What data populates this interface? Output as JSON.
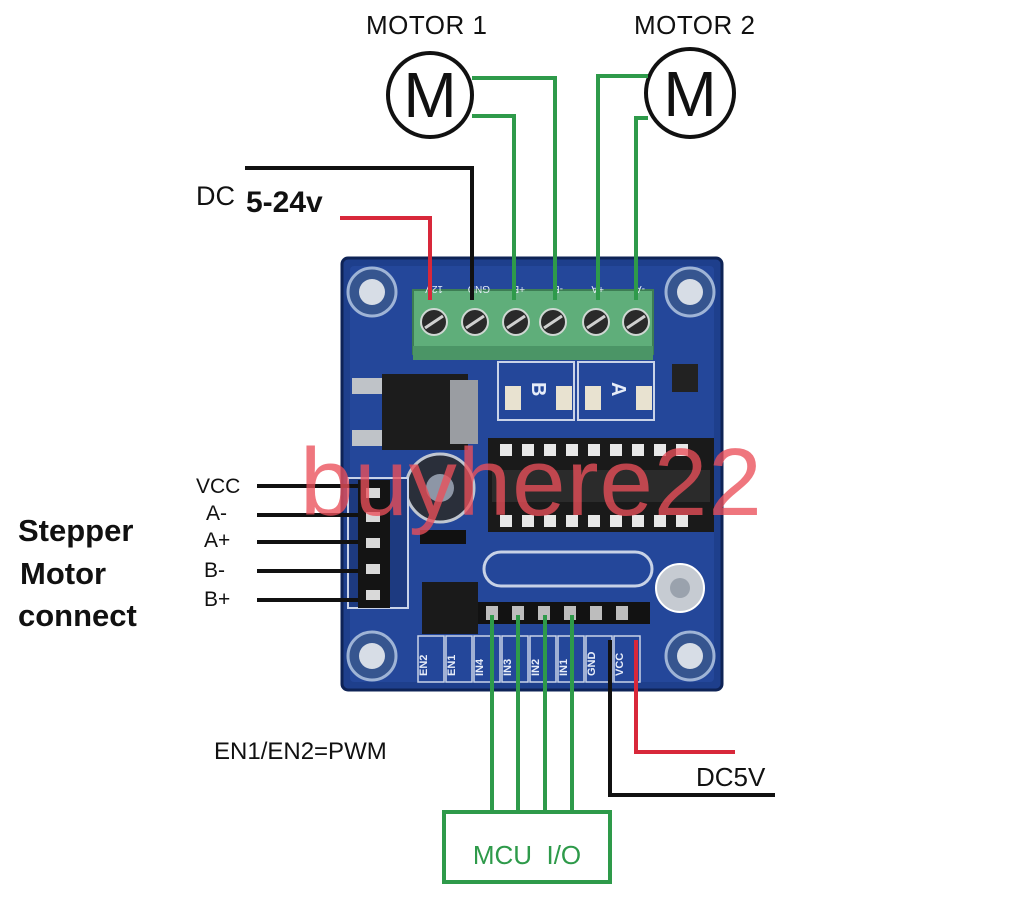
{
  "labels": {
    "motor1": "MOTOR 1",
    "motor2": "MOTOR 2",
    "motor_symbol": "M",
    "dc_prefix": "DC",
    "dc_voltage": "5-24v",
    "stepper_line1": "Stepper",
    "stepper_line2": "Motor",
    "stepper_line3": "connect",
    "en_note": "EN1/EN2=PWM",
    "dc5v": "DC5V",
    "mcu": "MCU  I/O",
    "watermark": "buyhere22"
  },
  "stepper_pins": [
    "VCC",
    "A-",
    "A+",
    "B-",
    "B+"
  ],
  "board": {
    "bottom_pins": [
      "EN2",
      "EN1",
      "IN4",
      "IN3",
      "IN2",
      "IN1",
      "GND",
      "VCC"
    ],
    "terminal_marks": [
      "12V",
      "GND",
      "+B",
      "-B",
      "+A",
      "-A"
    ],
    "channel_letters": [
      "B",
      "A"
    ]
  },
  "colors": {
    "wire_green": "#2e9a4a",
    "wire_red": "#d8283a",
    "wire_black": "#111111",
    "board_blue": "#1e3f8c",
    "terminal_green": "#5fae7a",
    "watermark": "#eb505a"
  }
}
